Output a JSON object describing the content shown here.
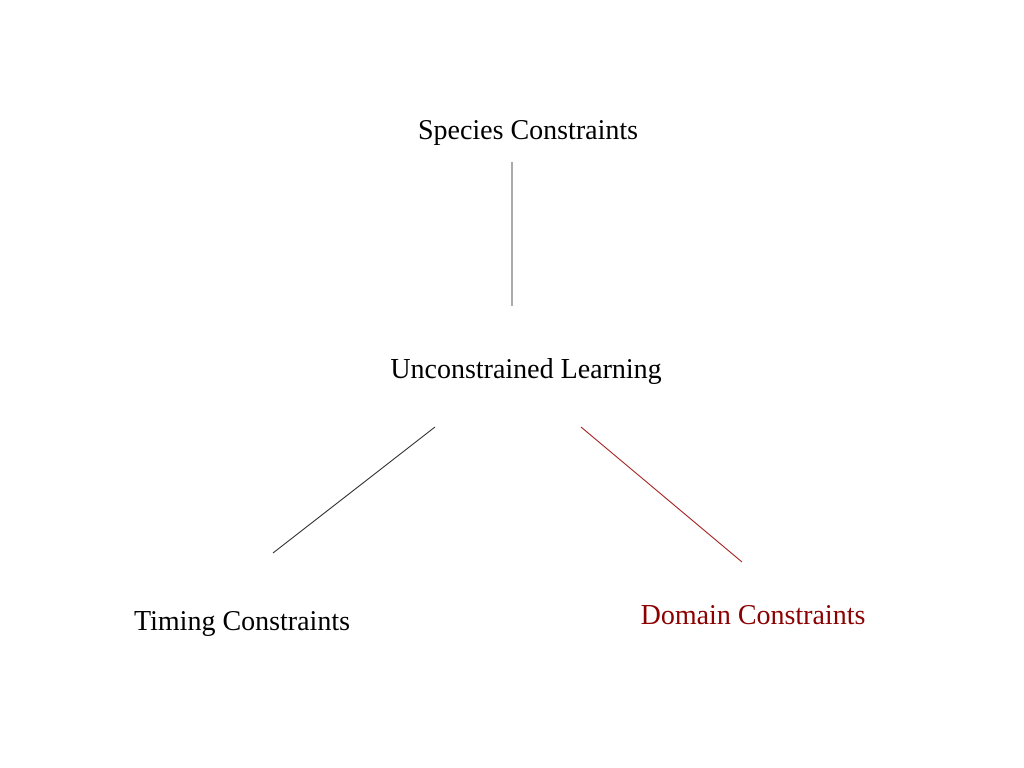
{
  "diagram": {
    "nodes": {
      "top": {
        "label": "Species Constraints",
        "color": "#000000"
      },
      "middle": {
        "label": "Unconstrained Learning",
        "color": "#000000"
      },
      "left": {
        "label": "Timing Constraints",
        "color": "#000000"
      },
      "right": {
        "label": "Domain Constraints",
        "color": "#8b0000"
      }
    },
    "edges": [
      {
        "from": "top",
        "to": "middle",
        "color": "#555555"
      },
      {
        "from": "middle",
        "to": "left",
        "color": "#222222"
      },
      {
        "from": "middle",
        "to": "right",
        "color": "#a01010"
      }
    ]
  }
}
